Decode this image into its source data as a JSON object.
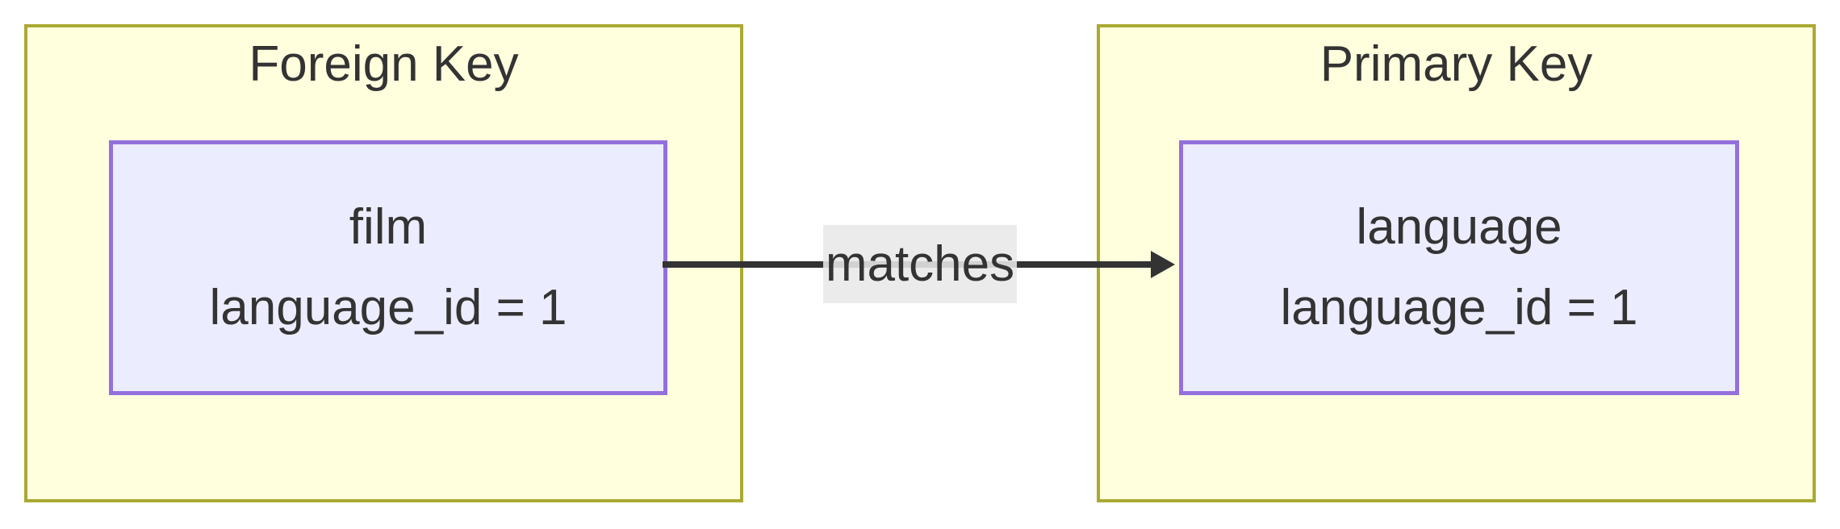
{
  "diagram": {
    "type": "flowchart",
    "clusters": [
      {
        "title": "Foreign Key",
        "node": {
          "name": "film",
          "detail": "language_id = 1"
        }
      },
      {
        "title": "Primary Key",
        "node": {
          "name": "language",
          "detail": "language_id = 1"
        }
      }
    ],
    "edge": {
      "label": "matches",
      "from": "film",
      "to": "language",
      "direction": "left-to-right"
    },
    "colors": {
      "cluster_fill": "#ffffde",
      "cluster_border": "#aaaa33",
      "node_fill": "#ececff",
      "node_border": "#9370db",
      "edge_line": "#333333",
      "edge_label_background": "#e8e8e8",
      "text": "#333333"
    }
  }
}
